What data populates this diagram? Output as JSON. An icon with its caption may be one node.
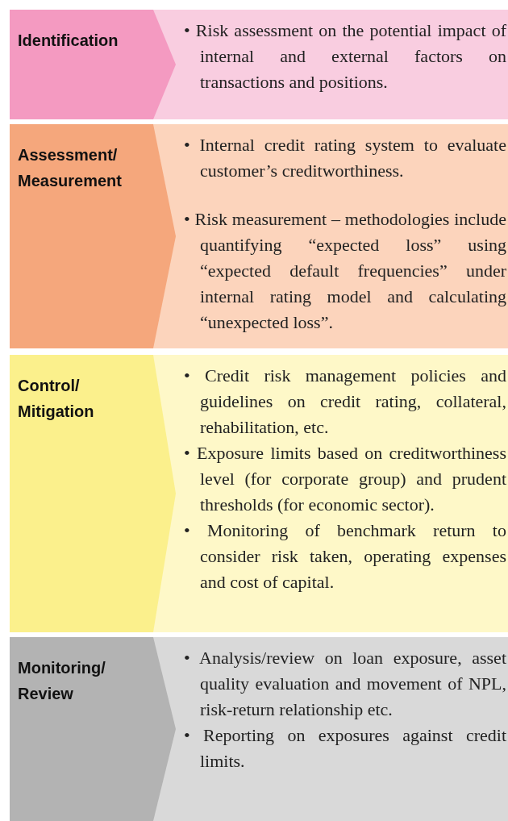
{
  "diagram": {
    "nodes": [
      {
        "text": [
          "Identification"
        ]
      },
      {
        "text": [
          "• Risk assessment on the potential impact of internal and external factors on transactions and positions."
        ]
      },
      {
        "text": [
          "Assessment/ Measurement"
        ]
      },
      {
        "text": [
          "• Internal credit rating system to evaluate customer’s creditworthiness.",
          "• Risk measurement – methodologies include quantifying “expected loss” using “expected default frequencies” under internal rating model and calculating “unexpected loss”."
        ]
      },
      {
        "text": [
          "Control/ Mitigation"
        ]
      },
      {
        "text": [
          "• Credit risk management policies and guidelines on credit rating, collateral, rehabilitation, etc.",
          "• Exposure limits based on creditworthiness level (for corporate group) and prudent thresholds (for economic sector).",
          "• Monitoring of benchmark return to consider risk taken, operating expenses and cost of capital."
        ]
      },
      {
        "text": [
          "Monitoring/ Review"
        ]
      },
      {
        "text": [
          "• Analysis/review on loan exposure, asset quality evaluation and movement of NPL, risk-return relationship etc.",
          "• Reporting on exposures against credit limits."
        ]
      }
    ]
  }
}
